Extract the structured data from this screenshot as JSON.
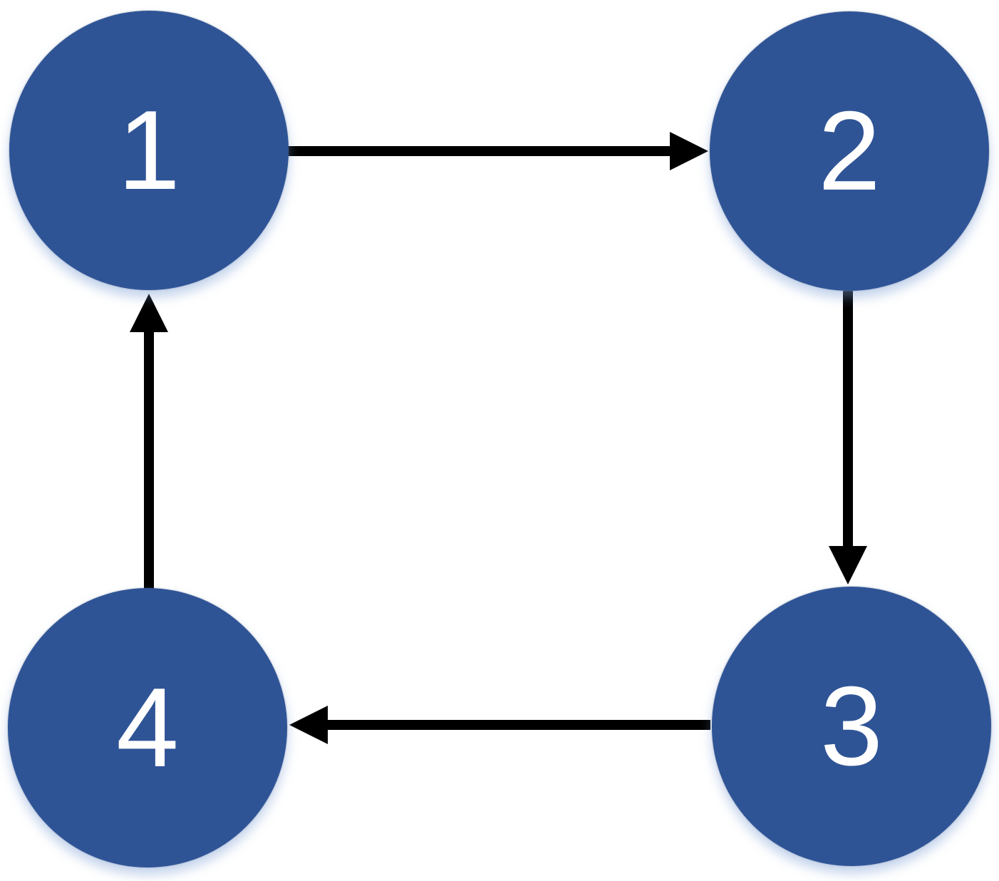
{
  "diagram": {
    "type": "directed-graph-cycle",
    "background_color": "#FFFFFF",
    "node_fill_color": "#2F5496",
    "node_text_color": "#FFFFFF",
    "arrow_color": "#000000",
    "nodes": [
      {
        "id": "1",
        "label": "1",
        "position": "top-left"
      },
      {
        "id": "2",
        "label": "2",
        "position": "top-right"
      },
      {
        "id": "3",
        "label": "3",
        "position": "bottom-right"
      },
      {
        "id": "4",
        "label": "4",
        "position": "bottom-left"
      }
    ],
    "edges": [
      {
        "from": "1",
        "to": "2",
        "direction": "right"
      },
      {
        "from": "2",
        "to": "3",
        "direction": "down"
      },
      {
        "from": "3",
        "to": "4",
        "direction": "left"
      },
      {
        "from": "4",
        "to": "1",
        "direction": "up"
      }
    ]
  }
}
